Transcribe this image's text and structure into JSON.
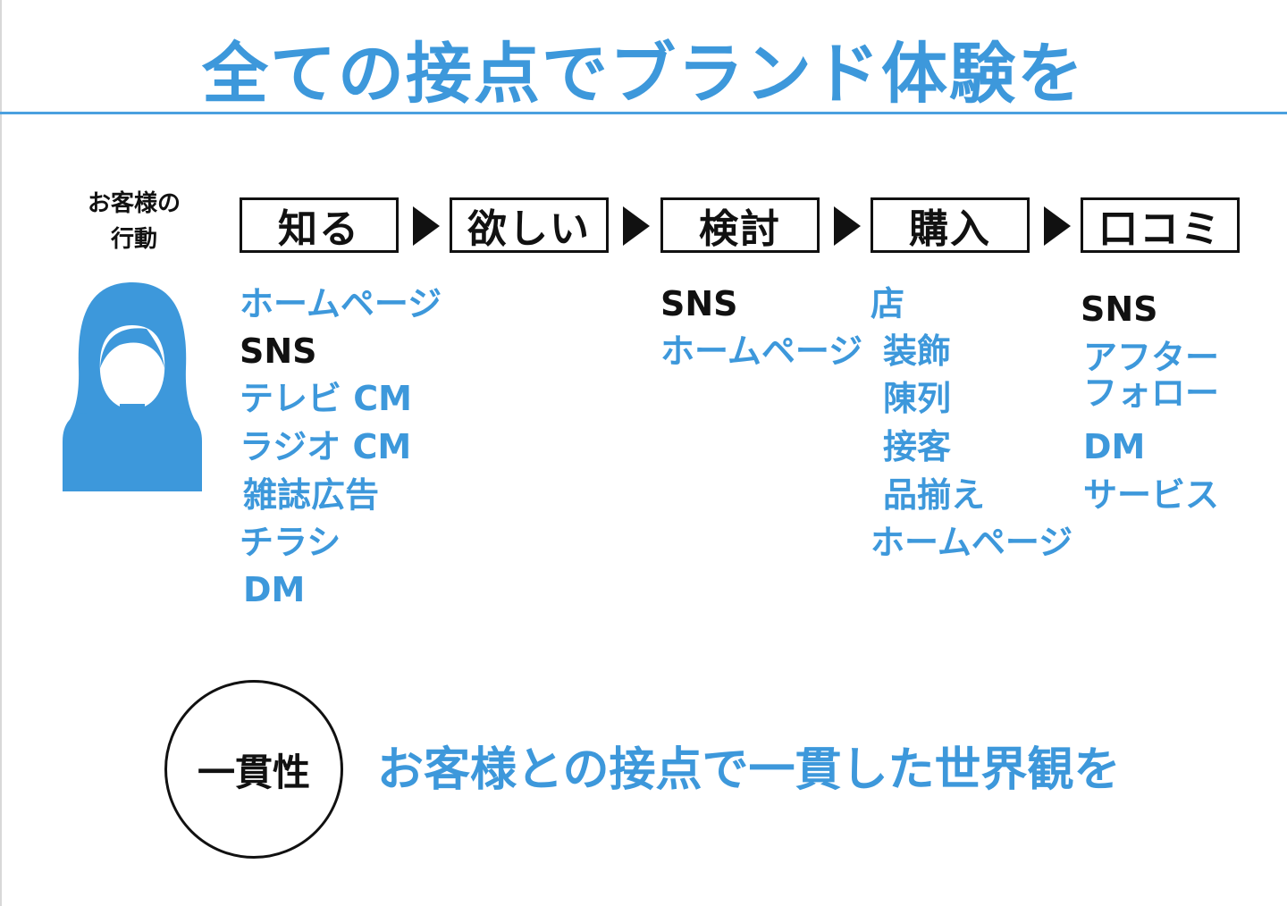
{
  "title": "全ての接点でブランド体験を",
  "actor": {
    "label_line1": "お客様の",
    "label_line2": "行動",
    "icon": "woman-icon"
  },
  "stages": [
    {
      "label": "知る"
    },
    {
      "label": "欲しい"
    },
    {
      "label": "検討"
    },
    {
      "label": "購入"
    },
    {
      "label": "口コミ"
    }
  ],
  "touchpoints": {
    "know": [
      {
        "text": "ホームページ",
        "color": "blue"
      },
      {
        "text": "SNS",
        "color": "black"
      },
      {
        "text": "テレビ CM",
        "color": "blue"
      },
      {
        "text": "ラジオ CM",
        "color": "blue"
      },
      {
        "text": "雑誌広告",
        "color": "blue"
      },
      {
        "text": "チラシ",
        "color": "blue"
      },
      {
        "text": "DM",
        "color": "blue"
      }
    ],
    "consider": [
      {
        "text": "SNS",
        "color": "black"
      },
      {
        "text": "ホームページ",
        "color": "blue"
      }
    ],
    "purchase": [
      {
        "text": "店",
        "color": "blue"
      },
      {
        "text": "装飾",
        "color": "blue"
      },
      {
        "text": "陳列",
        "color": "blue"
      },
      {
        "text": "接客",
        "color": "blue"
      },
      {
        "text": "品揃え",
        "color": "blue"
      },
      {
        "text": "ホームページ",
        "color": "blue"
      }
    ],
    "review": [
      {
        "text": "SNS",
        "color": "black"
      },
      {
        "text": "アフター",
        "color": "blue"
      },
      {
        "text": "フォロー",
        "color": "blue"
      },
      {
        "text": "DM",
        "color": "blue"
      },
      {
        "text": "サービス",
        "color": "blue"
      }
    ]
  },
  "consistency": {
    "label": "一貫性",
    "message": "お客様との接点で一貫した世界観を"
  },
  "colors": {
    "accent": "#3d98db",
    "ink": "#111111"
  }
}
